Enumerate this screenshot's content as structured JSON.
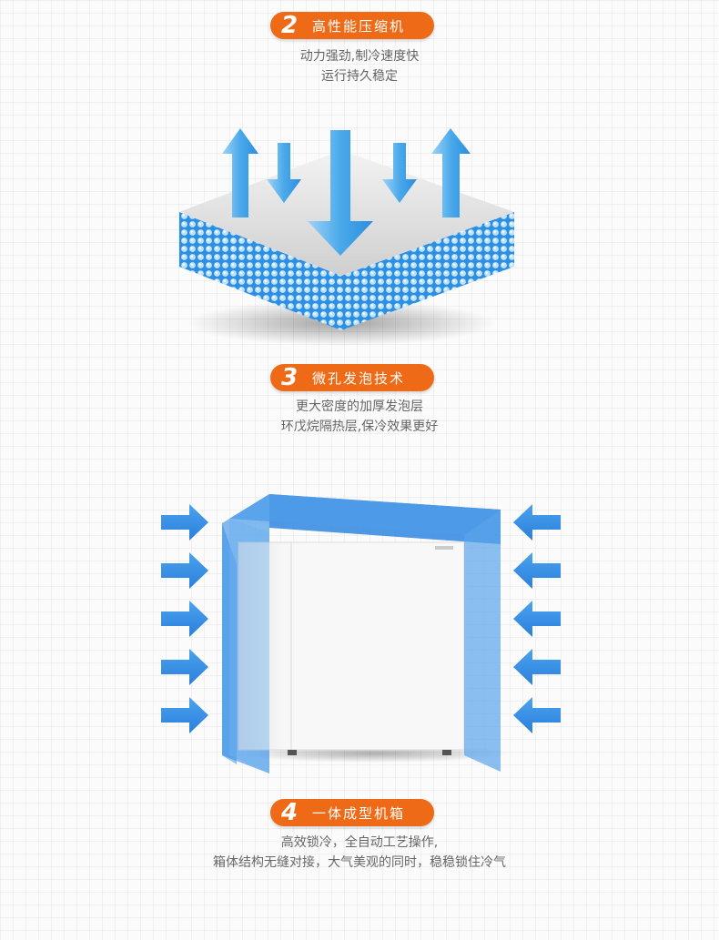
{
  "features": [
    {
      "number": "2",
      "title": "高性能压缩机",
      "lines": [
        "动力强劲,制冷速度快",
        "运行持久稳定"
      ]
    },
    {
      "number": "3",
      "title": "微孔发泡技术",
      "lines": [
        "更大密度的加厚发泡层",
        "环戊烷隔热层,保冷效果更好"
      ]
    },
    {
      "number": "4",
      "title": "一体成型机箱",
      "lines": [
        "高效锁冷，全自动工艺操作,",
        "箱体结构无缝对接，大气美观的同时，稳稳锁住冷气"
      ]
    }
  ],
  "colors": {
    "badge": "#ef6a17",
    "arrow_blue": "#4aa9ea",
    "panel_blue": "#3d8fe3",
    "text": "#666666"
  }
}
